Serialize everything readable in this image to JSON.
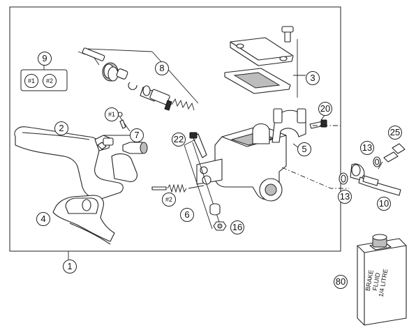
{
  "callouts": {
    "c1": "1",
    "c2": "2",
    "c3": "3",
    "c4": "4",
    "c5": "5",
    "c6": "6",
    "c7": "7",
    "c8": "8",
    "c9": "9",
    "c9a": "#1",
    "c9b": "#2",
    "c10": "10",
    "c13a": "13",
    "c13b": "13",
    "c16": "16",
    "c20": "20",
    "c22": "22",
    "c25": "25",
    "c80": "80",
    "chash1": "#1",
    "chash2": "#2"
  },
  "bottle_label": {
    "line1": "BRAKE",
    "line2": "FLUID",
    "line3": "1/4 LITRE"
  }
}
